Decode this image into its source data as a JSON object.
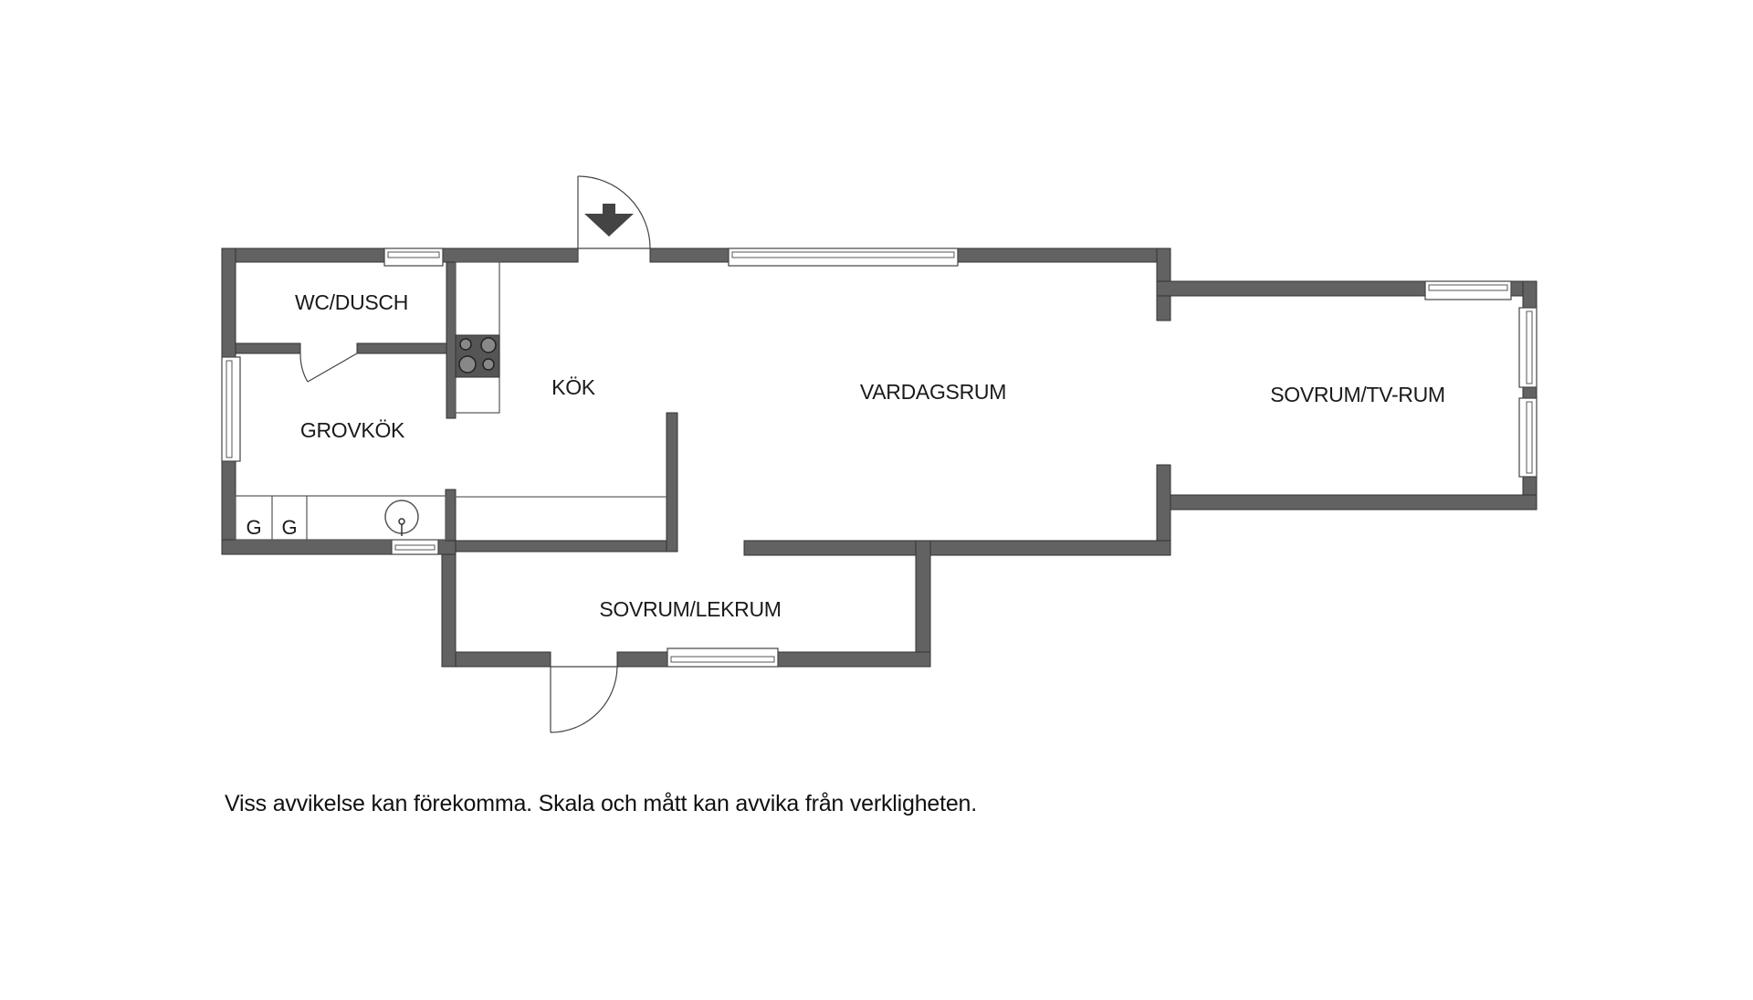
{
  "floorplan": {
    "rooms": [
      {
        "id": "wc",
        "label": "WC/DUSCH"
      },
      {
        "id": "grovkok",
        "label": "GROVKÖK"
      },
      {
        "id": "kok",
        "label": "KÖK"
      },
      {
        "id": "vardagsrum",
        "label": "VARDAGSRUM"
      },
      {
        "id": "sovrum_tv",
        "label": "SOVRUM/TV-RUM"
      },
      {
        "id": "sovrum_lek",
        "label": "SOVRUM/LEKRUM"
      }
    ],
    "appliances": {
      "g1": "G",
      "g2": "G"
    },
    "entrance_icon": "entrance-arrow-down",
    "colors": {
      "wall": "#626262",
      "background": "#ffffff",
      "text": "#1a1a1a"
    }
  },
  "footer": {
    "disclaimer": "Viss avvikelse kan förekomma. Skala och mått kan avvika från verkligheten."
  }
}
